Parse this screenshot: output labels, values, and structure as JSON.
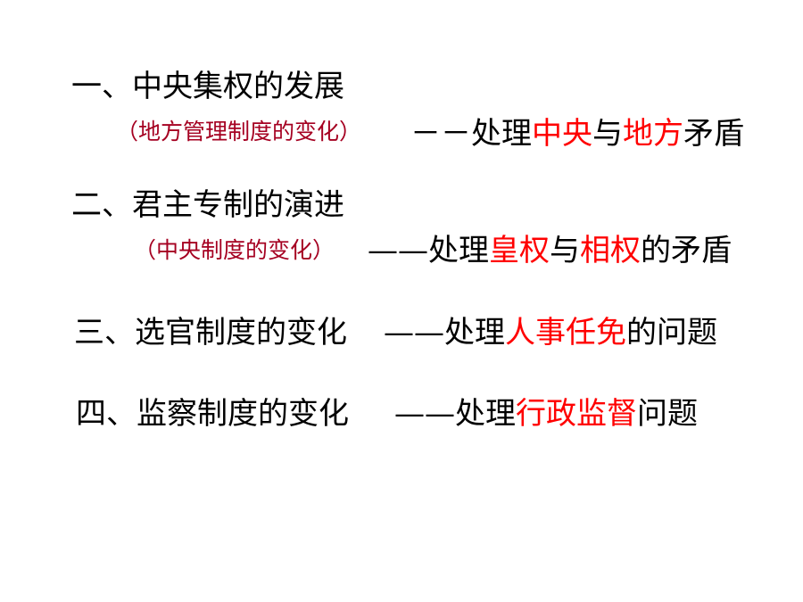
{
  "items": [
    {
      "heading": "一、中央集权的发展",
      "note": "（地方管理制度的变化）",
      "dash": "－－",
      "prefix": "处理",
      "red1": "中央",
      "mid": "与",
      "red2": "地方",
      "suffix": "矛盾"
    },
    {
      "heading": "二、君主专制的演进",
      "note": "（中央制度的变化）",
      "dash": "——",
      "prefix": "处理",
      "red1": "皇权",
      "mid": "与",
      "red2": "相权",
      "suffix": "的矛盾"
    },
    {
      "heading": "三、选官制度的变化",
      "dash": "——",
      "prefix": "处理",
      "red1": "人事任免",
      "suffix": "的问题"
    },
    {
      "heading": "四、监察制度的变化",
      "dash": "——",
      "prefix": "处理",
      "red1": "行政监督",
      "suffix": "问题"
    }
  ],
  "colors": {
    "text": "#000000",
    "highlight": "#ff0000",
    "note": "#a50021"
  }
}
